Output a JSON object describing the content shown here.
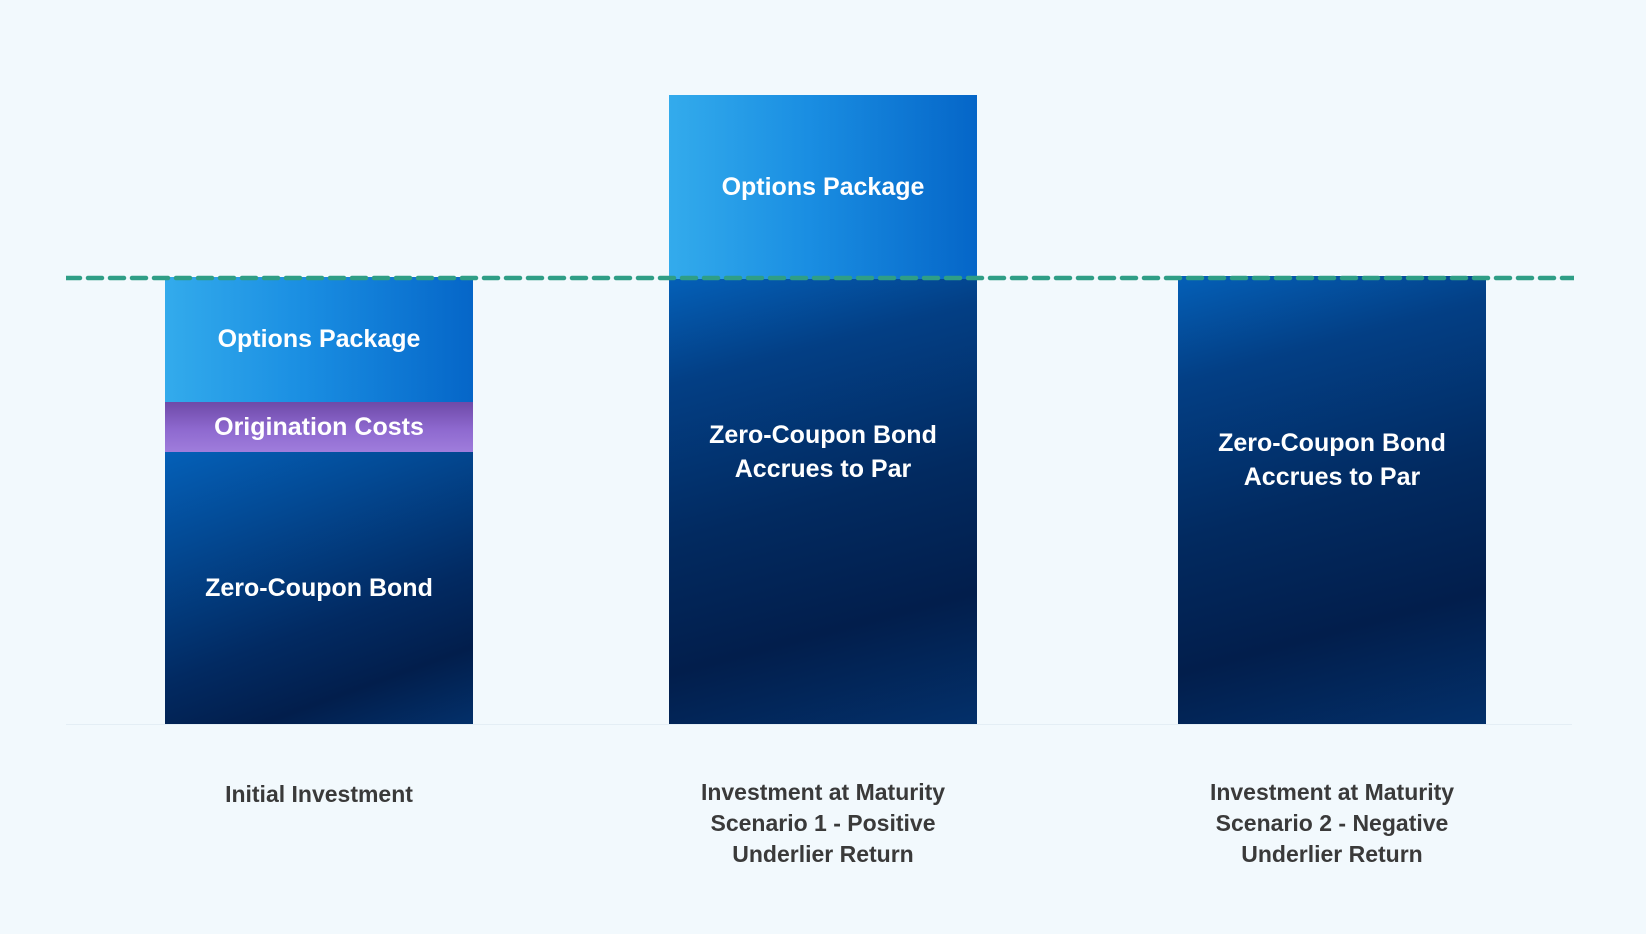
{
  "diagram": {
    "bars": [
      {
        "label": "Initial Investment",
        "segments": {
          "options": "Options Package",
          "origination": "Origination Costs",
          "zcb": "Zero-Coupon Bond"
        }
      },
      {
        "label": "Investment at Maturity\nScenario 1 - Positive\nUnderlier Return",
        "segments": {
          "options": "Options Package",
          "zcb": "Zero-Coupon Bond\nAccrues to Par"
        }
      },
      {
        "label": "Investment at Maturity\nScenario 2 - Negative\nUnderlier Return",
        "segments": {
          "zcb": "Zero-Coupon Bond\nAccrues to Par"
        }
      }
    ],
    "colors": {
      "background": "#f2f9fd",
      "options_package": "#1a8ee2",
      "origination_costs": "#8e69cf",
      "zero_coupon_bond": "#022a62",
      "par_line": "#2f9e86",
      "label_text": "#3a3a3a"
    }
  }
}
